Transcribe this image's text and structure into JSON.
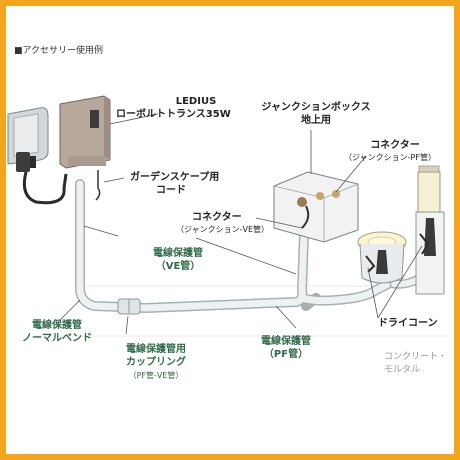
{
  "header": {
    "title": "■アクセサリー使用例"
  },
  "labels": {
    "transformer_1": "LEDIUS",
    "transformer_2": "ローボルトトランス35W",
    "cord_1": "ガーデンスケープ用",
    "cord_2": "コード",
    "junction_box_1": "ジャンクションボックス",
    "junction_box_2": "地上用",
    "connector_pf": "コネクター",
    "connector_pf_sub": "（ジャンクション-PF管）",
    "connector_ve": "コネクター",
    "connector_ve_sub": "（ジャンクション-VE管）",
    "conduit_ve": "電線保護管",
    "conduit_ve_sub": "（VE管）",
    "normal_bend_1": "電線保護管",
    "normal_bend_2": "ノーマルベンド",
    "coupling_1": "電線保護管用",
    "coupling_2": "カップリング",
    "coupling_sub": "（PF管-VE管）",
    "conduit_pf": "電線保護管",
    "conduit_pf_sub": "（PF管）",
    "dry_cone": "ドライコーン",
    "concrete_1": "コンクリート・",
    "concrete_2": "モルタル"
  },
  "colors": {
    "frame": "#f5a51c",
    "green_label": "#2f6a48",
    "pipe": "#e8ecee",
    "transformer": "#b8a89c"
  }
}
